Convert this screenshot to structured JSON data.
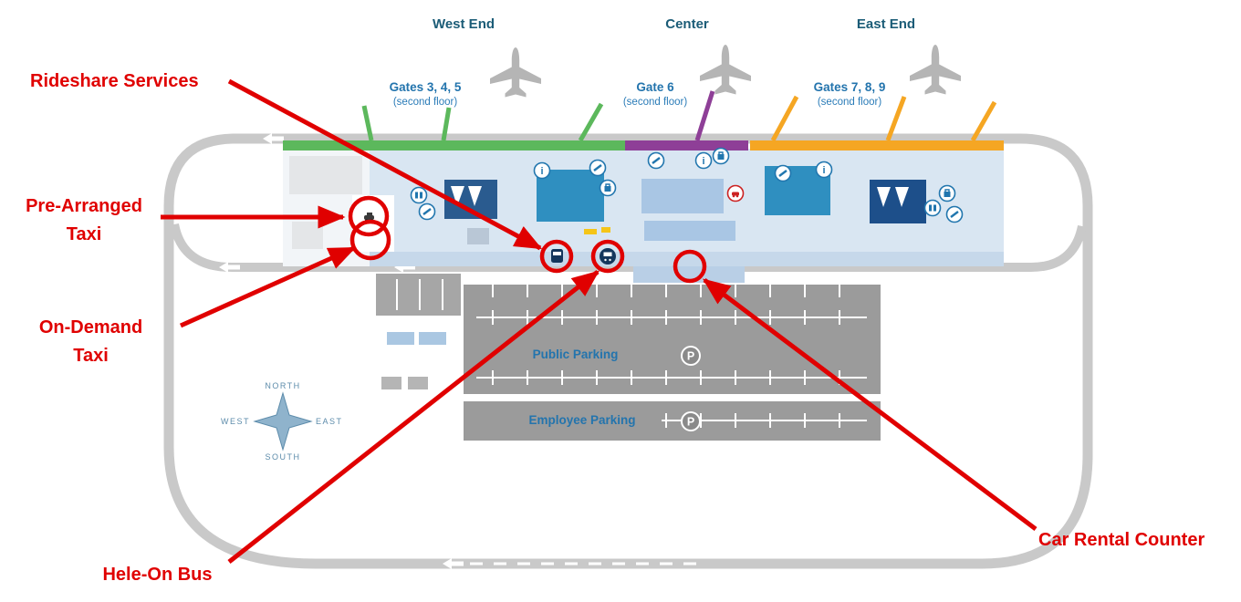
{
  "sections": {
    "west": "West End",
    "center": "Center",
    "east": "East End"
  },
  "gates": {
    "west": {
      "label": "Gates 3, 4, 5",
      "floor": "(second floor)"
    },
    "center": {
      "label": "Gate 6",
      "floor": "(second floor)"
    },
    "east": {
      "label": "Gates 7, 8, 9",
      "floor": "(second floor)"
    }
  },
  "parking": {
    "public": "Public Parking",
    "employee": "Employee Parking",
    "symbol": "P"
  },
  "compass": {
    "north": "NORTH",
    "south": "SOUTH",
    "east": "EAST",
    "west": "WEST"
  },
  "annotations": {
    "rideshare": "Rideshare Services",
    "prearranged_line1": "Pre-Arranged",
    "prearranged_line2": "Taxi",
    "ondemand_line1": "On-Demand",
    "ondemand_line2": "Taxi",
    "heleon": "Hele-On Bus",
    "car_rental": "Car Rental Counter"
  },
  "icons": {
    "airplane": "gray airplane silhouette (top view)",
    "parking_symbol": "white P in gray circle",
    "compass_rose": "four point star",
    "info": "letter i in blue circle",
    "restroom": "figures in blue circle",
    "baggage": "suitcase in blue circle",
    "escalator": "diagonal steps in blue circle",
    "red_car": "red car in white circle",
    "taxi": "dark car in red circle",
    "shuttle": "dark shuttle in red circle",
    "bus": "dark bus roundel in red circle"
  },
  "colors": {
    "annotation_red": "#e00000",
    "gate_strip_green": "#5cb85c",
    "gate_strip_purple": "#8e3f97",
    "gate_strip_orange": "#f5a623",
    "terminal_fill": "#d9e6f2",
    "road_gray": "#c9c9c9",
    "parking_gray": "#9b9b9b",
    "label_blue": "#2374ad",
    "section_blue": "#1b5c77",
    "icon_navy": "#14365c"
  }
}
